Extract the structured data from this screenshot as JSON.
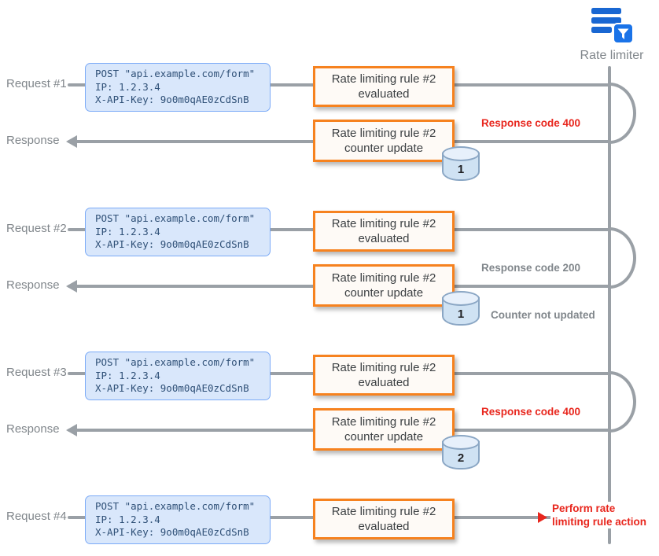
{
  "lifeline": {
    "label": "Rate limiter"
  },
  "request_details": {
    "line1": "POST \"api.example.com/form\"",
    "line2": "IP: 1.2.3.4",
    "line3": "X-API-Key: 9o0m0qAE0zCdSnB"
  },
  "boxes": {
    "evaluated": "Rate limiting rule #2 evaluated",
    "counter_update": "Rate limiting rule #2 counter update"
  },
  "groups": [
    {
      "request_label": "Request #1",
      "response_label": "Response",
      "counter_value": "1",
      "response_note": "Response code 400"
    },
    {
      "request_label": "Request #2",
      "response_label": "Response",
      "counter_value": "1",
      "response_note": "Response code 200",
      "counter_note": "Counter not updated"
    },
    {
      "request_label": "Request #3",
      "response_label": "Response",
      "counter_value": "2",
      "response_note": "Response code 400"
    },
    {
      "request_label": "Request #4",
      "action_note": "Perform rate limiting rule action"
    }
  ],
  "colors": {
    "accent_orange": "#f6821f",
    "note_red": "#e8261d",
    "muted_grey": "#80868b",
    "line_grey": "#9aa0a6",
    "request_box_bg": "#d9e7fb",
    "request_box_border": "#7baaf7",
    "cylinder_bg": "#cfe2f3",
    "icon_blue": "#1a73e8"
  }
}
